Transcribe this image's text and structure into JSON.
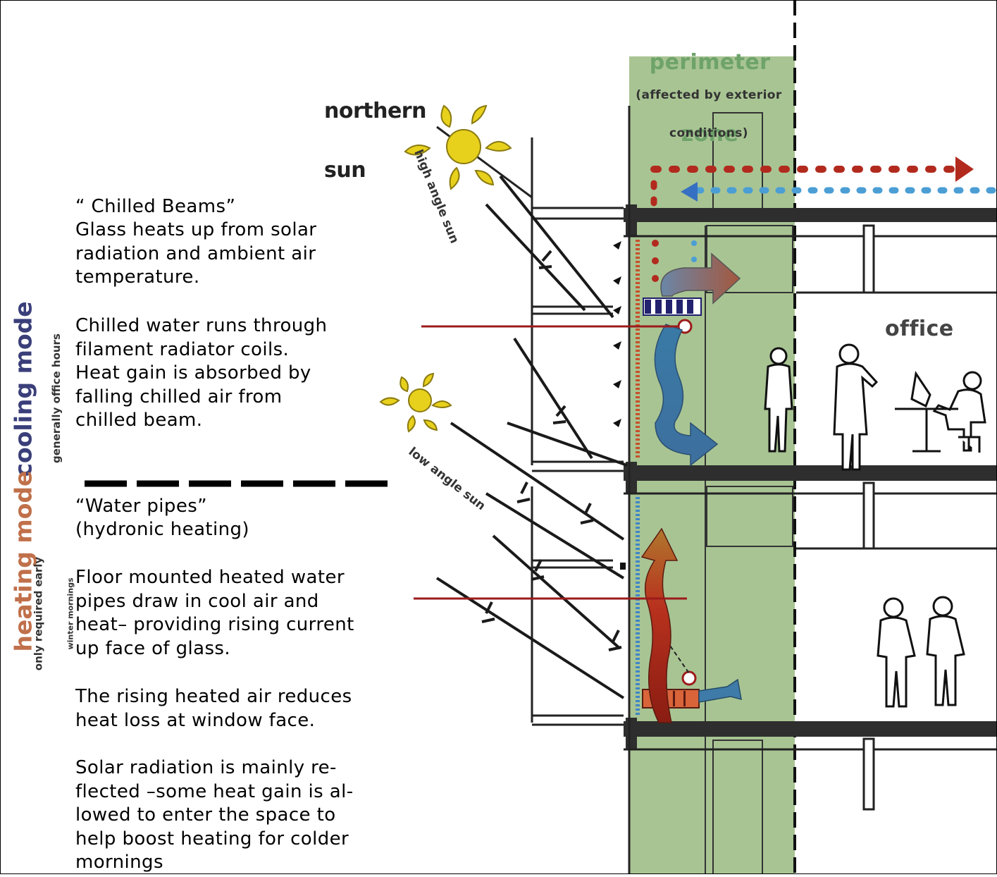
{
  "diagram": {
    "labels": {
      "perimeter_zone_line1": "perimeter",
      "perimeter_zone_line2": "zone",
      "perimeter_note_line1": "(affected by exterior",
      "perimeter_note_line2": "conditions)",
      "northern_sun_line1": "northern",
      "northern_sun_line2": "sun",
      "office": "office",
      "high_angle_sun": "high angle sun",
      "low_angle_sun": "low angle sun",
      "cooling_mode": "cooling mode",
      "cooling_mode_sub": "generally office hours",
      "heating_mode": "heating mode",
      "heating_mode_sub_line1": "only required early",
      "heating_mode_sub_line2": "winter mornings"
    },
    "cooling_text": {
      "title": "“ Chilled Beams”",
      "p1": "Glass heats up from solar\nradiation and ambient air\ntemperature.",
      "p2": "Chilled water runs through\nfilament radiator coils.\nHeat gain is absorbed by\nfalling chilled air from\nchilled beam."
    },
    "heating_text": {
      "title": "“Water pipes”",
      "subtitle": "(hydronic heating)",
      "p1": "Floor mounted heated water\npipes draw in cool air and\nheat– providing rising current\nup face of glass.",
      "p2": "The rising heated air reduces\nheat loss at window face.",
      "p3": "Solar radiation is mainly re-\nflected –some heat gain is al-\nlowed to enter the space to\nhelp boost heating for colder\nmornings"
    },
    "colors": {
      "zone_green": "#a8c493",
      "cool_blue": "#3d7fb8",
      "heat_red": "#b8321e",
      "sun_yellow": "#e8d11c",
      "pointer_red": "#9c1b1b"
    }
  }
}
